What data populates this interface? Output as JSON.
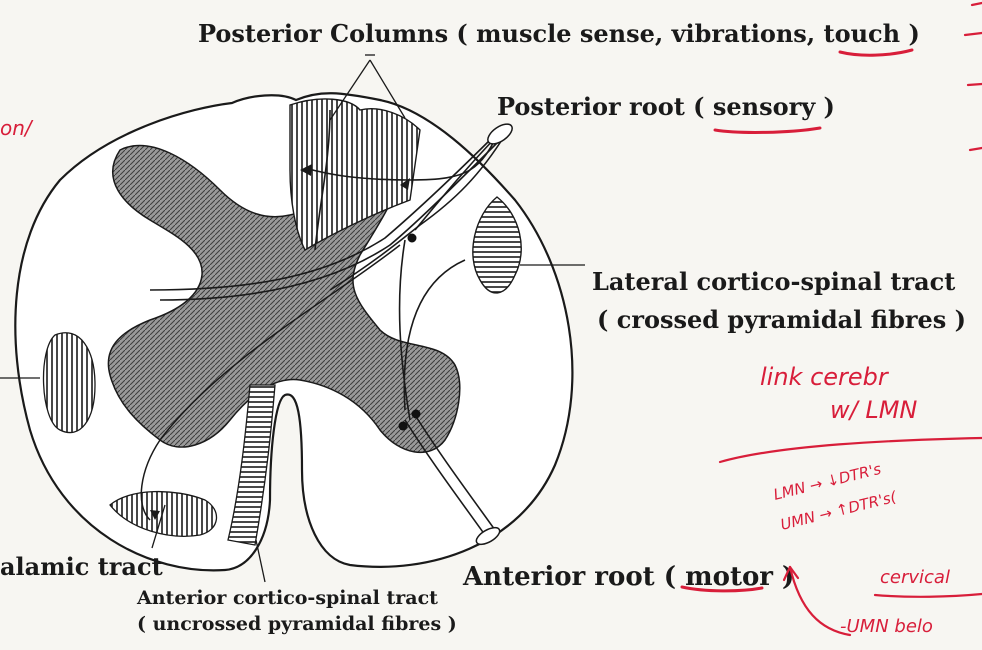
{
  "labels": {
    "posterior_columns": "Posterior Columns ( muscle sense, vibrations, touch )",
    "posterior_root": "Posterior root ( sensory )",
    "lateral_ct": "Lateral cortico-spinal tract",
    "lateral_ct_sub": "( crossed pyramidal fibres )",
    "spinothalamic": "alamic tract",
    "anterior_ct": "Anterior cortico-spinal tract",
    "anterior_ct_sub": "( uncrossed pyramidal fibres )",
    "anterior_root": "Anterior root ( motor )"
  },
  "handwritten": {
    "link": "link cerebr",
    "with_lmn": "w/ LMN",
    "lmn_dtr": "LMN → ↓DTR's",
    "umn_dtr": "UMN → ↑DTR's(",
    "cervical": "cervical",
    "umn_below": "-UMN belo",
    "left_mark": "on/"
  },
  "colors": {
    "ink": "#1a1a1a",
    "grey_matter": "#8e8e8e",
    "annotation": "#d81e3a",
    "background": "#f7f6f2"
  }
}
